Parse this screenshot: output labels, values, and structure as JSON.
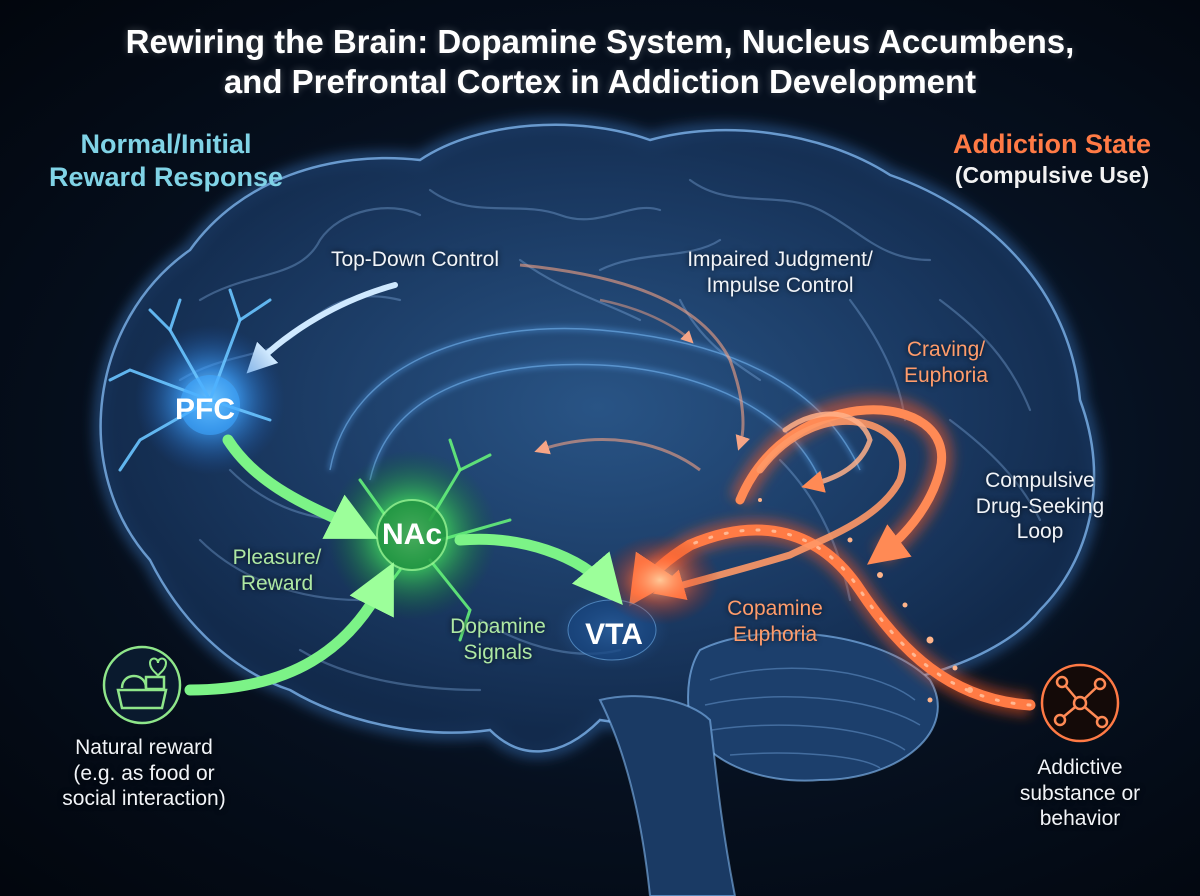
{
  "title": {
    "line1": "Rewiring the Brain: Dopamine System, Nucleus Accumbens,",
    "line2": "and Prefrontal Cortex in Addiction Development"
  },
  "left_panel": {
    "line1": "Normal/Initial",
    "line2": "Reward Response"
  },
  "right_panel": {
    "line1": "Addiction State",
    "line2": "(Compulsive Use)"
  },
  "nodes": {
    "pfc": "PFC",
    "nac": "NAc",
    "vta": "VTA"
  },
  "labels": {
    "top_down": "Top-Down Control",
    "impaired_1": "Impaired Judgment/",
    "impaired_2": "Impulse Control",
    "craving_1": "Craving/",
    "craving_2": "Euphoria",
    "compulsive_1": "Compulsive",
    "compulsive_2": "Drug-Seeking",
    "compulsive_3": "Loop",
    "pleasure_1": "Pleasure/",
    "pleasure_2": "Reward",
    "dopamine_1": "Dopamine",
    "dopamine_2": "Signals",
    "copamine_1": "Copamine",
    "copamine_2": "Euphoria",
    "natural_1": "Natural reward",
    "natural_2": "(e.g. as food or",
    "natural_3": "social interaction)",
    "addictive_1": "Addictive",
    "addictive_2": "substance or",
    "addictive_3": "behavior"
  },
  "icons": {
    "natural": "food-heart-icon",
    "addictive": "molecule-icon"
  },
  "colors": {
    "normal_accent": "#7fd3e6",
    "addiction_accent": "#ff7a45",
    "reward_green": "#6ff07a",
    "control_blue": "#bfe3ff",
    "brain_blue": "#5f9ed8"
  }
}
